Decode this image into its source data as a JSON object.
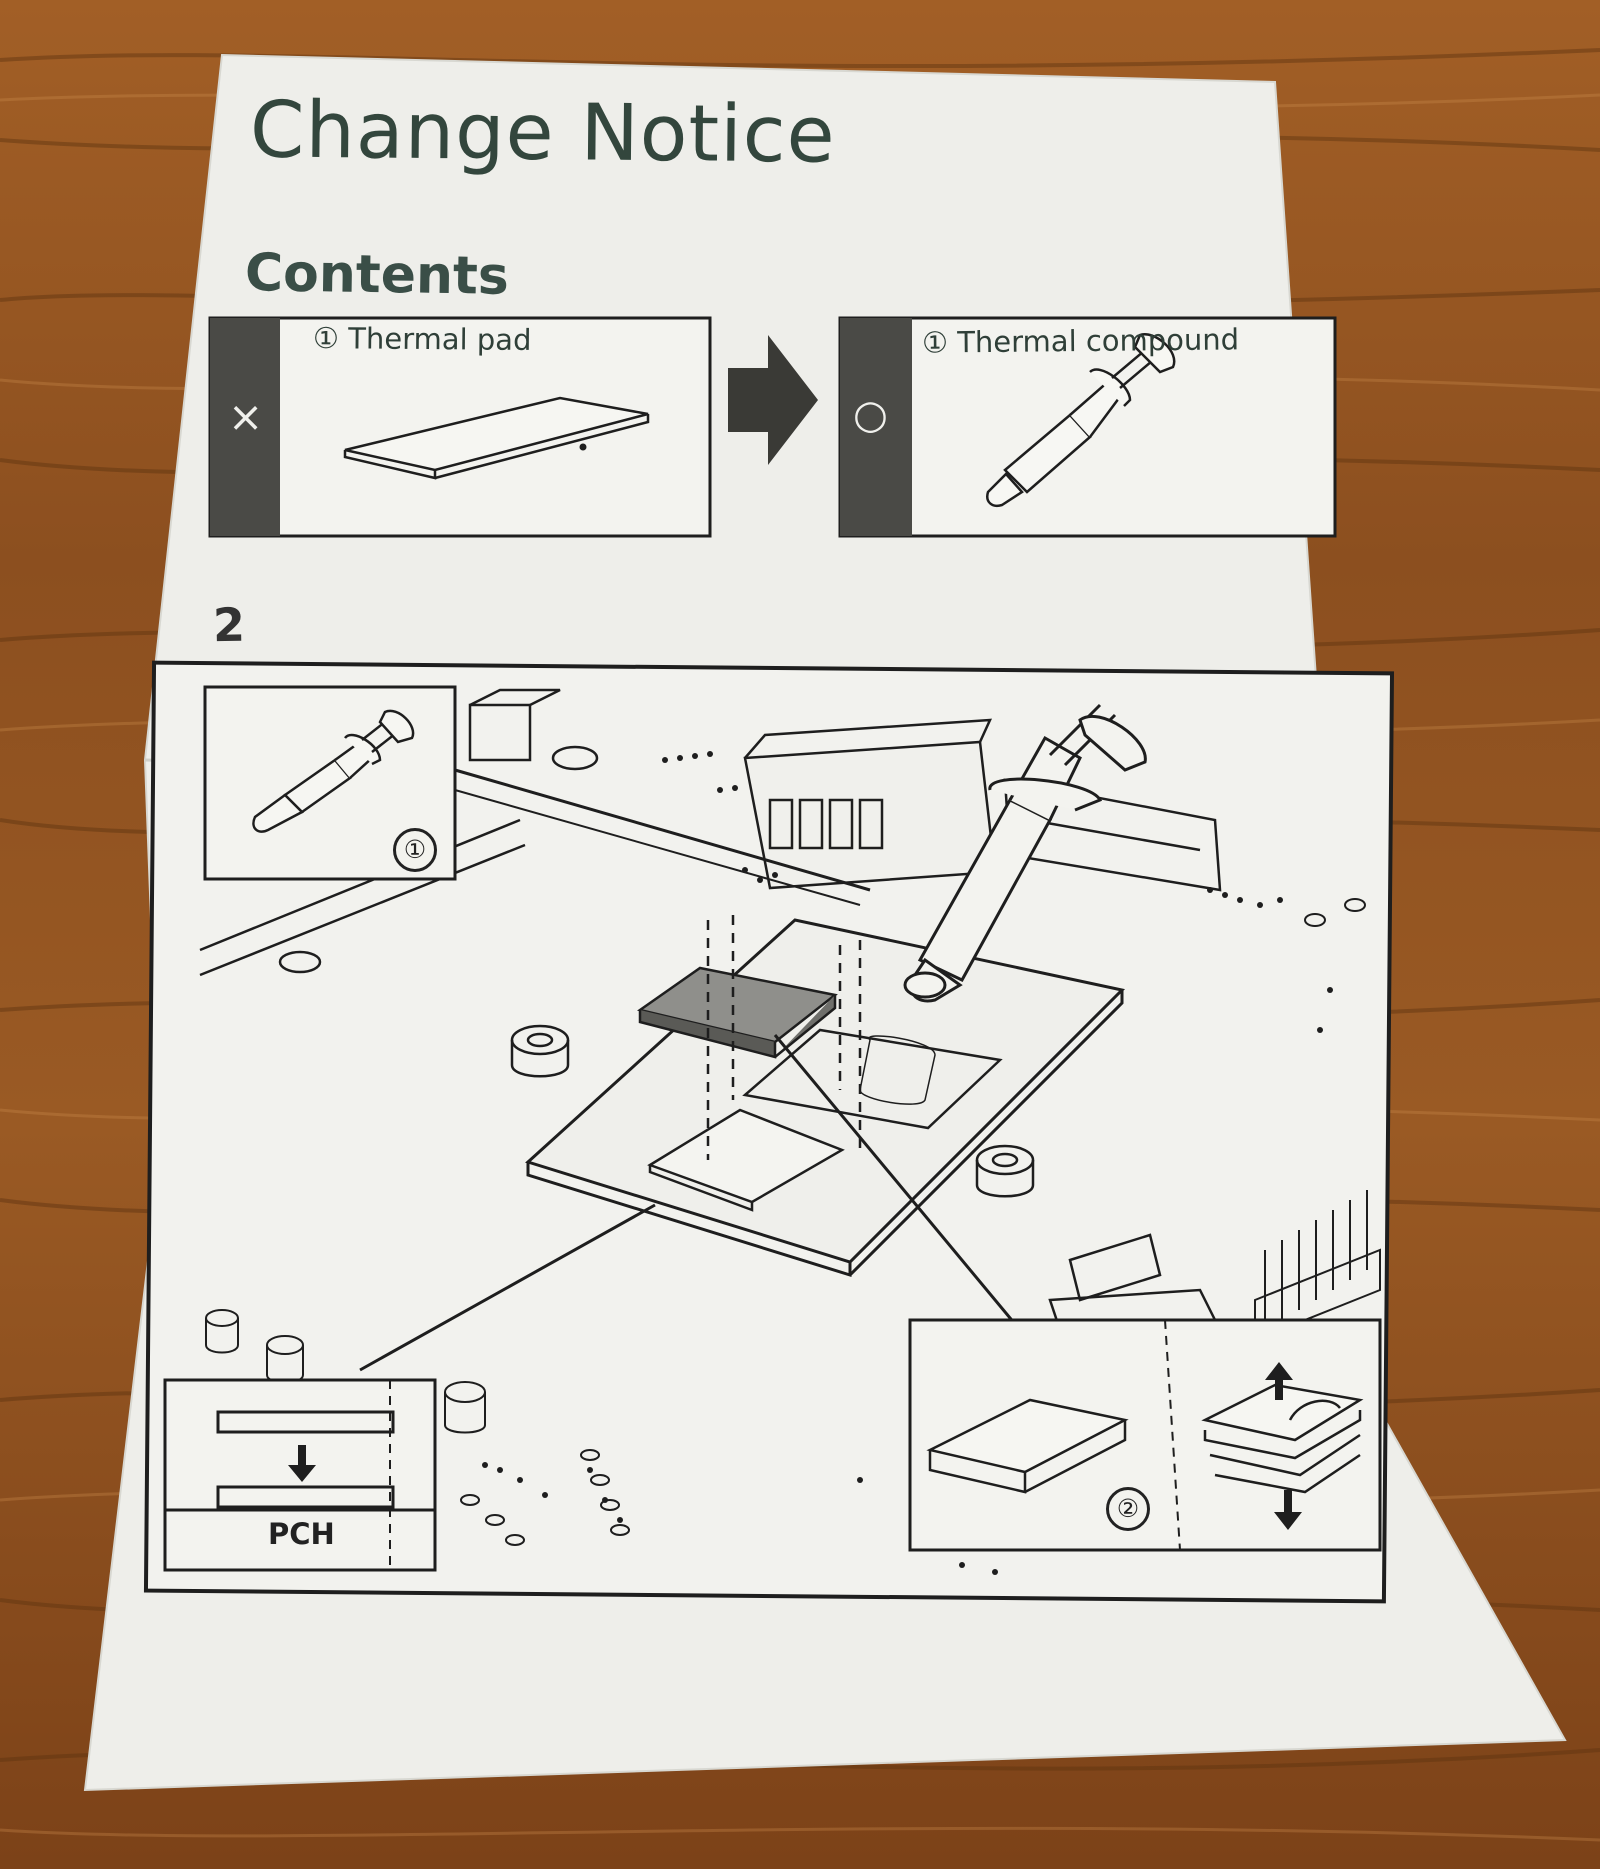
{
  "notice": {
    "title": "Change Notice",
    "contents_heading": "Contents",
    "old_item": {
      "label": "① Thermal pad",
      "status_mark": "×"
    },
    "new_item": {
      "label": "① Thermal compound",
      "status_mark": "○"
    },
    "step_number": "2",
    "callouts": {
      "syringe_callout_number": "①",
      "pad_callout_number": "②",
      "chip_label": "PCH"
    }
  },
  "colors": {
    "wood": "#7a4418",
    "paper": "#eeeeea",
    "ink": "#1e1e1e",
    "band": "#4a4a46",
    "title_ink": "#33463d"
  }
}
